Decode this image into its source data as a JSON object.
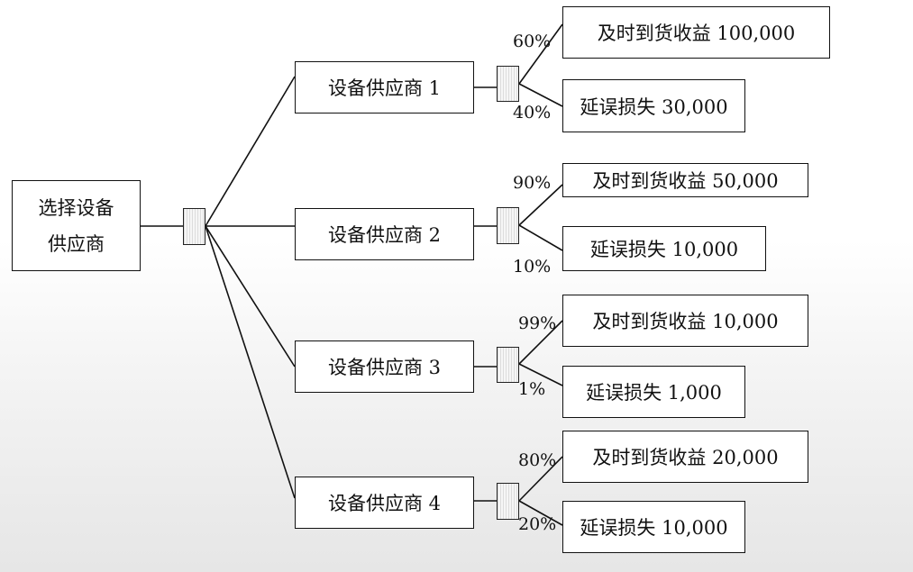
{
  "root": {
    "line1": "选择设备",
    "line2": "供应商"
  },
  "suppliers": [
    {
      "label": "设备供应商 1",
      "outcomes": [
        {
          "prob": "60%",
          "label": "及时到货收益 100,000"
        },
        {
          "prob": "40%",
          "label": "延误损失 30,000"
        }
      ]
    },
    {
      "label": "设备供应商 2",
      "outcomes": [
        {
          "prob": "90%",
          "label": "及时到货收益 50,000"
        },
        {
          "prob": "10%",
          "label": "延误损失 10,000"
        }
      ]
    },
    {
      "label": "设备供应商 3",
      "outcomes": [
        {
          "prob": "99%",
          "label": "及时到货收益 10,000"
        },
        {
          "prob": "1%",
          "label": "延误损失 1,000"
        }
      ]
    },
    {
      "label": "设备供应商 4",
      "outcomes": [
        {
          "prob": "80%",
          "label": "及时到货收益 20,000"
        },
        {
          "prob": "20%",
          "label": "延误损失 10,000"
        }
      ]
    }
  ]
}
